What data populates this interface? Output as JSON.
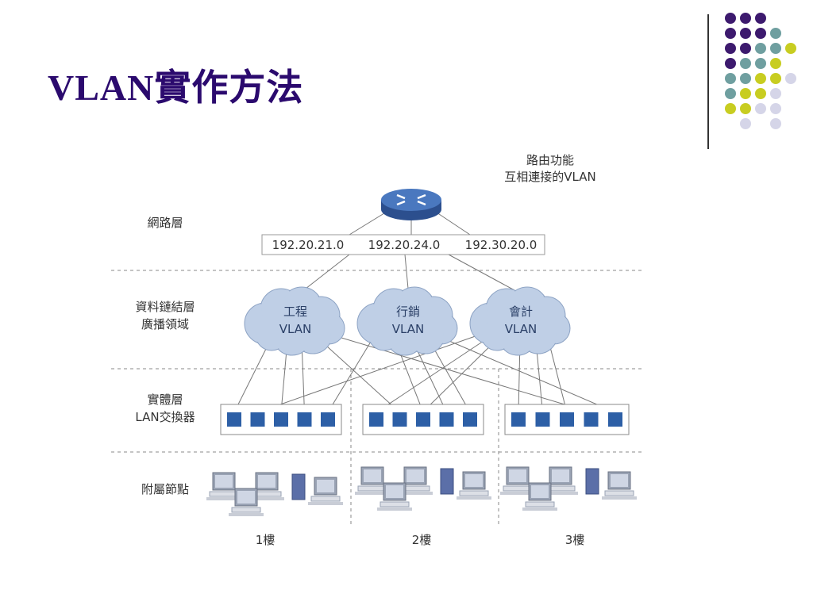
{
  "slide": {
    "title": "VLAN實作方法"
  },
  "decoration": {
    "dot_colors": {
      "purple": "#3d1a6e",
      "teal": "#6f9fa0",
      "lime": "#c8cd21",
      "lavender": "#d5d5e8"
    },
    "dot_grid": [
      [
        "purple",
        "purple",
        "purple",
        null,
        null
      ],
      [
        "purple",
        "purple",
        "purple",
        "teal",
        null
      ],
      [
        "purple",
        "purple",
        "teal",
        "teal",
        "lime"
      ],
      [
        "purple",
        "teal",
        "teal",
        "lime",
        null
      ],
      [
        "teal",
        "teal",
        "lime",
        "lime",
        "lavender"
      ],
      [
        "teal",
        "lime",
        "lime",
        "lavender",
        null
      ],
      [
        "lime",
        "lime",
        "lavender",
        "lavender",
        null
      ],
      [
        null,
        "lavender",
        null,
        "lavender",
        null
      ]
    ]
  },
  "diagram": {
    "router_label": [
      "路由功能",
      "互相連接的VLAN"
    ],
    "layers": {
      "network": "網路層",
      "datalink": [
        "資料鏈結層",
        "廣播領域"
      ],
      "physical": [
        "實體層",
        "LAN交換器"
      ],
      "nodes": "附屬節點"
    },
    "subnets": [
      "192.20.21.0",
      "192.20.24.0",
      "192.30.20.0"
    ],
    "vlans": [
      {
        "name": "工程",
        "suffix": "VLAN"
      },
      {
        "name": "行銷",
        "suffix": "VLAN"
      },
      {
        "name": "會計",
        "suffix": "VLAN"
      }
    ],
    "floors": [
      "1樓",
      "2樓",
      "3樓"
    ],
    "ports_per_switch": 5,
    "colors": {
      "port": "#2d5fa6",
      "cloud": "#bfcfe6",
      "router_top": "#4a78bf",
      "router_side": "#2c4f8e",
      "line": "#777777"
    }
  }
}
